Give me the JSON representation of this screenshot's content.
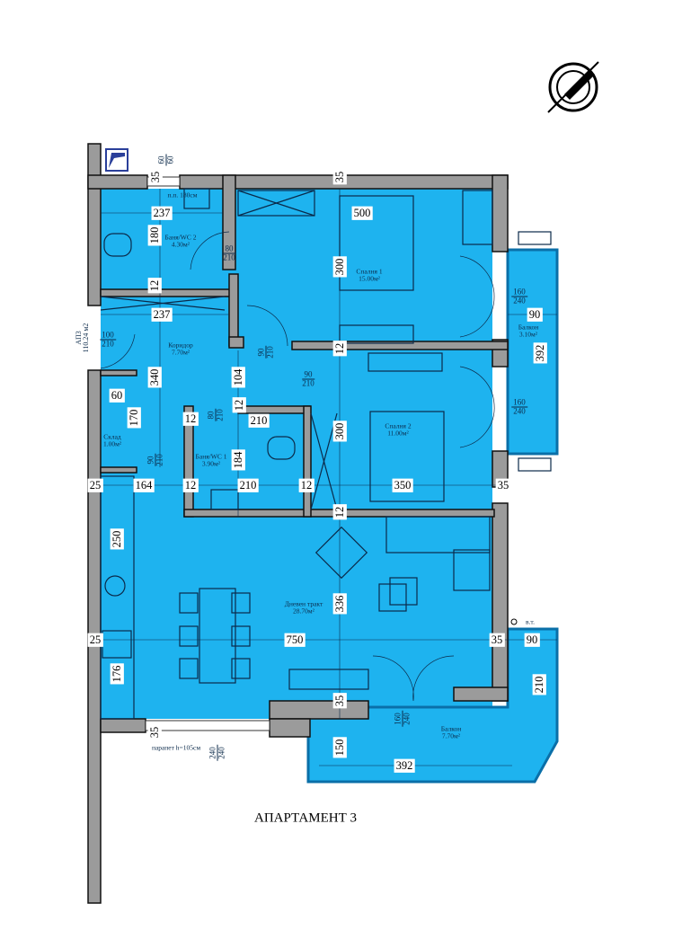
{
  "title": "АПАРТАМЕНТ 3",
  "apartment_tag": {
    "name": "АП3",
    "area": "110.24 м2"
  },
  "colors": {
    "floor": "#1eb3ef",
    "wall": "#9b9b9b",
    "outline": "#111111",
    "line": "#0b2a4a"
  },
  "rooms": [
    {
      "name": "Баня/WC 2",
      "area": "4.30м²"
    },
    {
      "name": "Коридор",
      "area": "7.70м²"
    },
    {
      "name": "Спалня 1",
      "area": "15.00м²"
    },
    {
      "name": "Спалня 2",
      "area": "11.00м²"
    },
    {
      "name": "Склад",
      "area": "1.00м²"
    },
    {
      "name": "Баня/WC 1",
      "area": "3.90м²"
    },
    {
      "name": "Дневен тракт",
      "area": "28.70м²"
    },
    {
      "name": "Балкон",
      "area": "3.10м²"
    },
    {
      "name": "Балкон",
      "area": "7.70м²"
    }
  ],
  "notes": [
    "п.п. 180см",
    "парапет h=105см",
    "в.т."
  ],
  "doors": [
    [
      "80",
      "210"
    ],
    [
      "100",
      "210"
    ],
    [
      "90",
      "210"
    ],
    [
      "90",
      "210"
    ],
    [
      "80",
      "210"
    ],
    [
      "90",
      "210"
    ],
    [
      "160",
      "240"
    ],
    [
      "160",
      "240"
    ],
    [
      "160",
      "240"
    ],
    [
      "60",
      "60"
    ],
    [
      "240",
      "240"
    ]
  ],
  "dims": [
    "35",
    "35",
    "237",
    "180",
    "500",
    "300",
    "12",
    "237",
    "12",
    "104",
    "340",
    "60",
    "170",
    "12",
    "12",
    "210",
    "184",
    "300",
    "25",
    "164",
    "12",
    "210",
    "12",
    "350",
    "35",
    "12",
    "250",
    "336",
    "25",
    "750",
    "35",
    "90",
    "176",
    "35",
    "35",
    "150",
    "392",
    "210",
    "90",
    "392"
  ],
  "compass_icon": "north-arrow-icon"
}
